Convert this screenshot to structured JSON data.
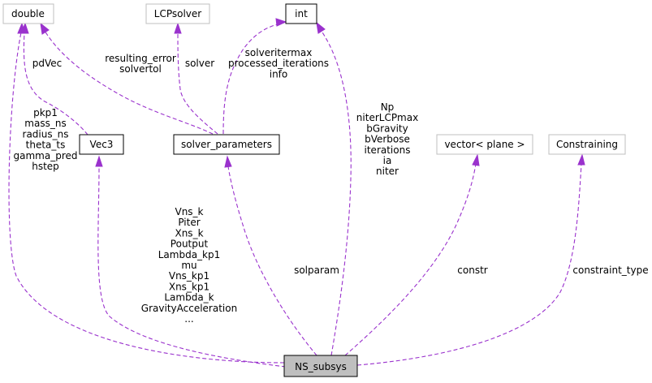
{
  "nodes": {
    "double": "double",
    "lcpsolver": "LCPsolver",
    "int": "int",
    "vec3": "Vec3",
    "solver_parameters": "solver_parameters",
    "vector_plane": "vector< plane >",
    "constraining": "Constraining",
    "ns_subsys": "NS_subsys"
  },
  "edge_labels": {
    "double_to_ns": [
      "pkp1",
      "mass_ns",
      "radius_ns",
      "theta_ts",
      "gamma_pred",
      "hstep"
    ],
    "double_to_vec3": [
      "pdVec"
    ],
    "double_to_solver_parameters": [
      "resulting_error",
      "solvertol"
    ],
    "lcpsolver_to_solver_parameters": [
      "solver"
    ],
    "int_to_solver_parameters": [
      "solveritermax",
      "processed_iterations",
      "info"
    ],
    "int_to_ns": [
      "Np",
      "niterLCPmax",
      "bGravity",
      "bVerbose",
      "iterations",
      "ia",
      "niter"
    ],
    "vec3_to_ns": [
      "Vns_k",
      "Piter",
      "Xns_k",
      "Poutput",
      "Lambda_kp1",
      "mu",
      "Vns_kp1",
      "Xns_kp1",
      "Lambda_k",
      "GravityAcceleration",
      "..."
    ],
    "solver_parameters_to_ns": [
      "solparam"
    ],
    "vector_plane_to_ns": [
      "constr"
    ],
    "constraining_to_ns": [
      "constraint_type"
    ]
  },
  "colors": {
    "edge": "#9a32cd",
    "node_gray_border": "#bfbfbf",
    "node_black_border": "#000000",
    "highlight_fill": "#bfbfbf"
  }
}
